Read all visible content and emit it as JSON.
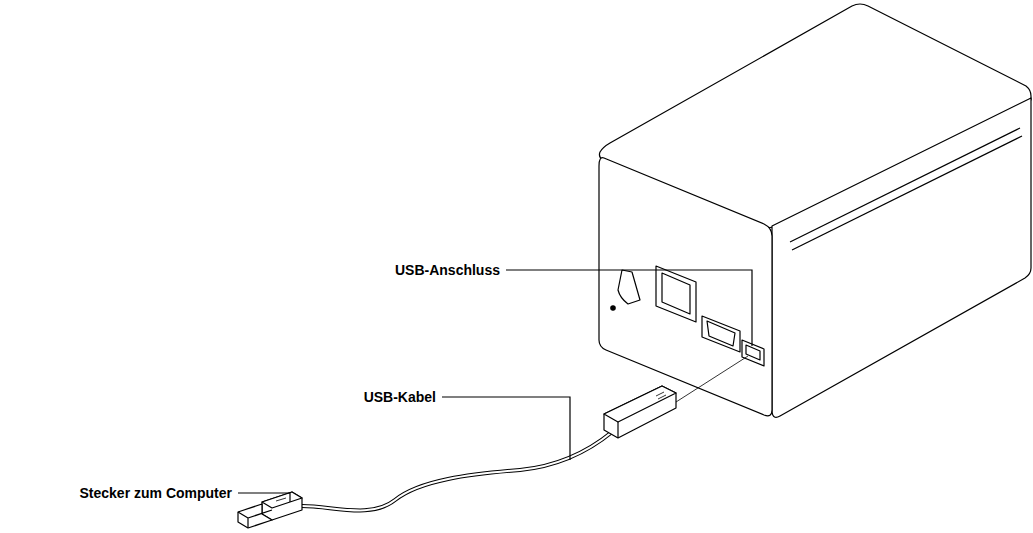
{
  "diagram": {
    "labels": [
      "USB-Anschluss",
      "USB-Kabel",
      "Stecker zum Computer"
    ]
  }
}
